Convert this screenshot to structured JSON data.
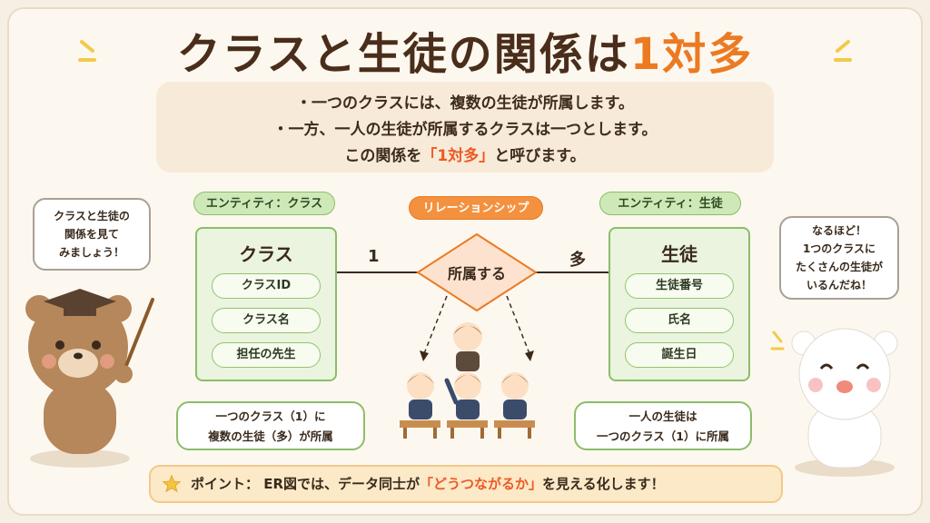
{
  "title": {
    "main": "クラスと生徒の関係は",
    "highlight": "1対多"
  },
  "intro": {
    "line1": "・一つのクラスには、複数の生徒が所属します。",
    "line2": "・一方、一人の生徒が所属するクラスは一つとします。",
    "line3_pre": "この関係を",
    "line3_hl": "「1対多」",
    "line3_post": "と呼びます。"
  },
  "left_entity": {
    "tag": "エンティティ：クラス",
    "name": "クラス",
    "attributes": [
      "クラスID",
      "クラス名",
      "担任の先生"
    ]
  },
  "right_entity": {
    "tag": "エンティティ：生徒",
    "name": "生徒",
    "attributes": [
      "生徒番号",
      "氏名",
      "誕生日"
    ]
  },
  "relationship": {
    "tag": "リレーションシップ",
    "name": "所属する",
    "left_card": "1",
    "right_card": "多"
  },
  "bear_bubble": {
    "l1": "クラスと生徒の",
    "l2": "関係を見て",
    "l3": "みましょう！"
  },
  "polar_bubble": {
    "l1": "なるほど！",
    "l2": "1つのクラスに",
    "l3": "たくさんの生徒が",
    "l4": "いるんだね！"
  },
  "note_left": {
    "l1": "一つのクラス（1）に",
    "l2": "複数の生徒（多）が所属"
  },
  "note_right": {
    "l1": "一人の生徒は",
    "l2": "一つのクラス（1）に所属"
  },
  "point": {
    "pre": "ポイント： ER図では、データ同士が",
    "hl": "「どうつながるか」",
    "post": "を見える化します！"
  },
  "colors": {
    "accent": "#ec7a23",
    "entity_green": "#8cbd6b",
    "relation_orange": "#f4913f"
  }
}
